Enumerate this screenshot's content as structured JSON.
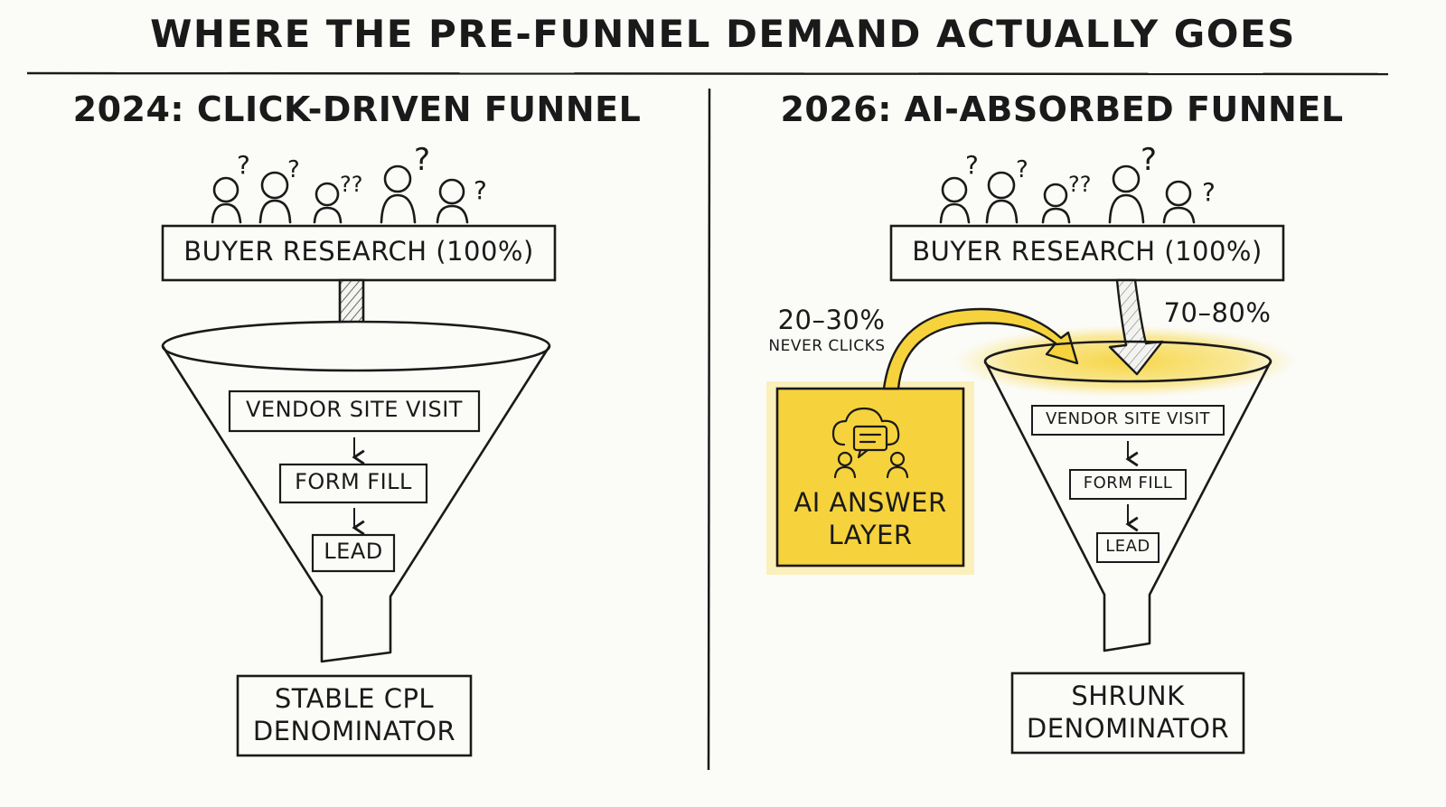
{
  "title": "WHERE THE PRE-FUNNEL DEMAND ACTUALLY GOES",
  "left_panel": {
    "heading": "2024: CLICK-DRIVEN FUNNEL",
    "research_box": "BUYER RESEARCH (100%)",
    "stage_1": "VENDOR SITE VISIT",
    "stage_2": "FORM FILL",
    "stage_3": "LEAD",
    "outcome_line_1": "STABLE CPL",
    "outcome_line_2": "DENOMINATOR"
  },
  "right_panel": {
    "heading": "2026: AI-ABSORBED FUNNEL",
    "research_box": "BUYER RESEARCH (100%)",
    "diverted_share": "20–30%",
    "diverted_note": "NEVER CLICKS",
    "funnel_share": "70–80%",
    "ai_box_line_1": "AI ANSWER",
    "ai_box_line_2": "LAYER",
    "stage_1": "VENDOR SITE VISIT",
    "stage_2": "FORM FILL",
    "stage_3": "LEAD",
    "outcome_line_1": "SHRUNK",
    "outcome_line_2": "DENOMINATOR"
  },
  "colors": {
    "ink": "#1a1a1a",
    "highlight": "#f6d33c",
    "highlight_soft": "#fbe88a",
    "paper": "#fbfbf8"
  },
  "icons": [
    "person-icon",
    "question-mark-icon",
    "cloud-chat-icon"
  ]
}
